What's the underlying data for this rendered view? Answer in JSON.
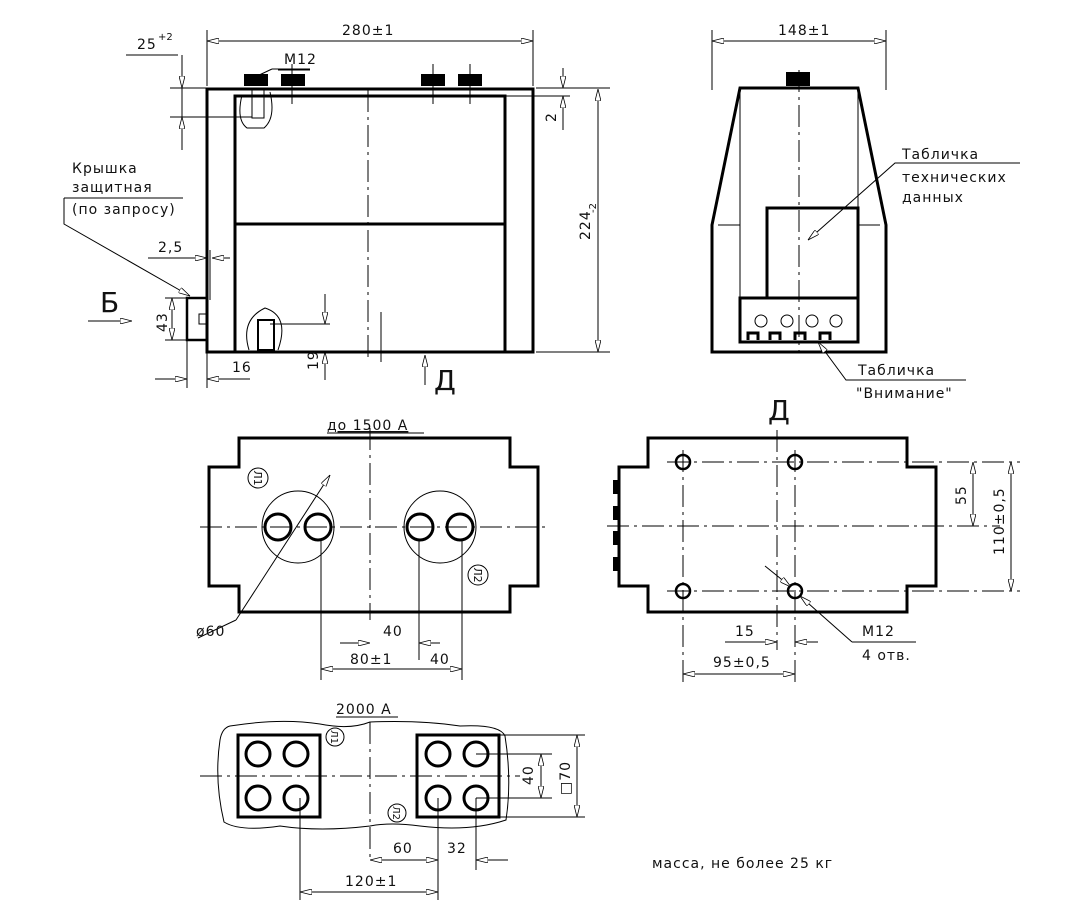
{
  "front_view": {
    "dim_width": "280±1",
    "dim_offset": "25",
    "dim_offset_tol": "+2",
    "thread_label": "M12",
    "dim_gap": "2",
    "dim_height": "224",
    "dim_height_tol": "-2",
    "cover_label_line1": "Крышка",
    "cover_label_line2": "защитная",
    "cover_label_line3": "(по запросу)",
    "dim_cover_thickness": "2,5",
    "view_b": "Б",
    "dim_43": "43",
    "dim_16": "16",
    "dim_19": "19",
    "view_d_arrow": "Д"
  },
  "side_view": {
    "dim_width": "148±1",
    "plate_label_line1": "Табличка",
    "plate_label_line2": "технических",
    "plate_label_line3": "данных",
    "warning_label_line1": "Табличка",
    "warning_label_line2": "\"Внимание\""
  },
  "top_view_1500": {
    "title": "до 1500 А",
    "terminal_1": "Л1",
    "terminal_2": "Л2",
    "dim_diameter": "ø60",
    "dim_40a": "40",
    "dim_80": "80±1",
    "dim_40b": "40"
  },
  "bottom_view": {
    "title": "Д",
    "dim_55": "55",
    "dim_110": "110±0,5",
    "dim_15": "15",
    "dim_95": "95±0,5",
    "thread_label": "M12",
    "holes_label": "4 отв."
  },
  "top_view_2000": {
    "title": "2000 А",
    "terminal_1": "Л1",
    "terminal_2": "Л2",
    "dim_40": "40",
    "dim_square": "□70",
    "dim_60": "60",
    "dim_32": "32",
    "dim_120": "120±1"
  },
  "mass_note": "масса, не более 25 кг"
}
